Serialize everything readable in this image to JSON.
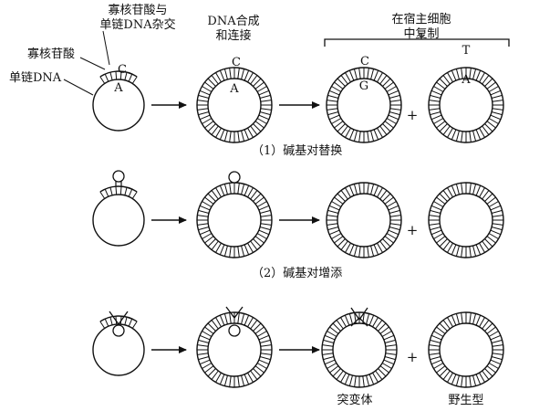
{
  "labels": {
    "oligo_hybrid_l1": "寡核苷酸与",
    "oligo_hybrid_l2": "单链DNA杂交",
    "oligo": "寡核苷酸",
    "ssdna": "单链DNA",
    "synth_l1": "DNA合成",
    "synth_l2": "和连接",
    "host_l1": "在宿主细胞",
    "host_l2": "中复制",
    "mutant": "突变体",
    "wildtype": "野生型"
  },
  "captions": {
    "row1": "（1）碱基对替换",
    "row2": "（2）碱基对增添"
  },
  "bases": {
    "oligo_top": "C",
    "template_base": "A",
    "ds_top": "C",
    "ds_inner": "A",
    "prog1_top": "C",
    "prog1_inner": "G",
    "prog2_top": "T",
    "prog2_inner": "A"
  },
  "symbols": {
    "plus": "+"
  }
}
